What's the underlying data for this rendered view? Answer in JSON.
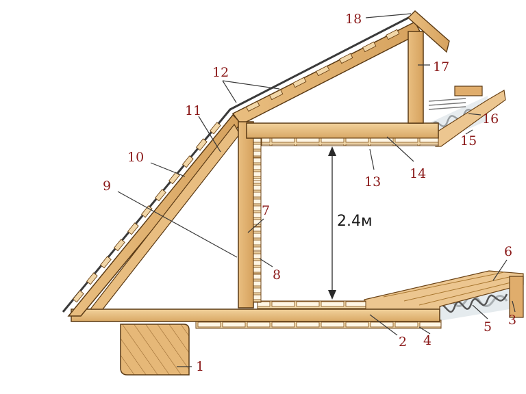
{
  "labels": {
    "l1": "1",
    "l2": "2",
    "l3": "3",
    "l4": "4",
    "l5": "5",
    "l6": "6",
    "l7": "7",
    "l8": "8",
    "l9": "9",
    "l10": "10",
    "l11": "11",
    "l12": "12",
    "l13": "13",
    "l14": "14",
    "l15": "15",
    "l16": "16",
    "l17": "17",
    "l18": "18"
  },
  "dimension": {
    "height": "2.4м"
  },
  "colors": {
    "timber": "#e2b57a",
    "timber_light": "#f0d09a",
    "timber_dark": "#b8823f",
    "outline": "#5a3a15",
    "label": "#8b1a1a",
    "insulation": "#c9d3d8"
  }
}
